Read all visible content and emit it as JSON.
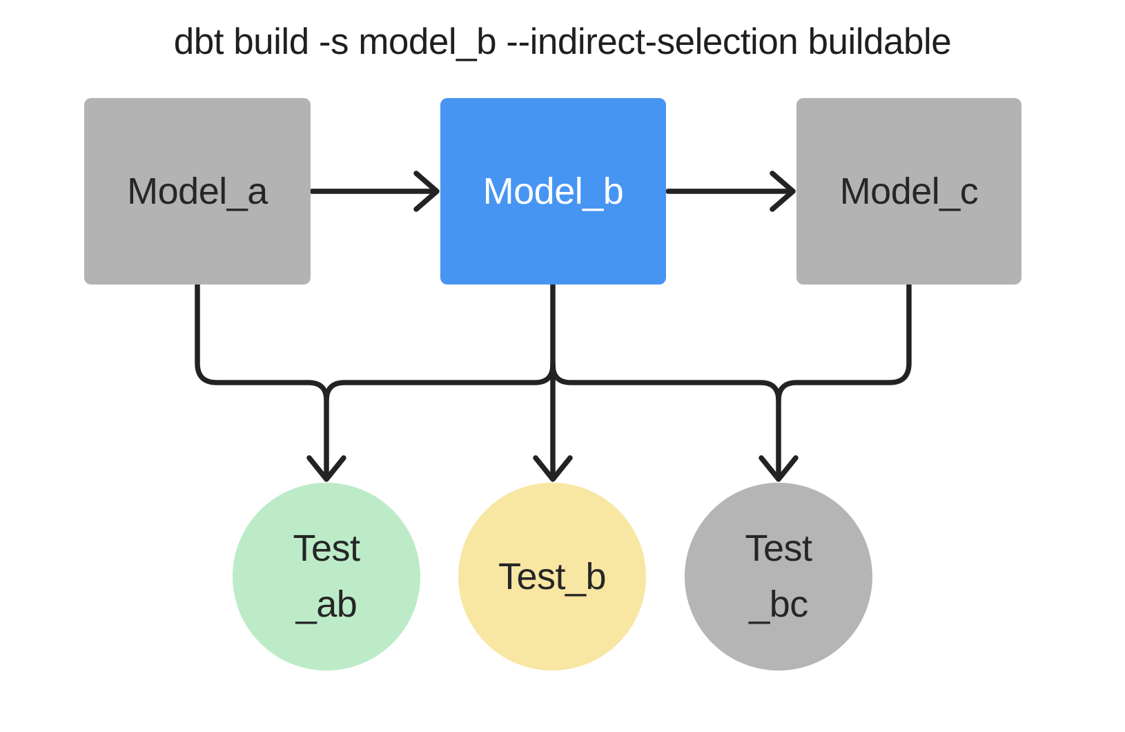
{
  "title": {
    "text": "dbt build -s model_b --indirect-selection buildable"
  },
  "colors": {
    "background": "#ffffff",
    "edge": "#232323",
    "title_text": "#1f1f1f",
    "node_text": "#262626",
    "selected_node_text": "#ffffff",
    "model_gray": "#b3b3b3",
    "model_selected_blue": "#4795f2",
    "test_green": "#bdebc8",
    "test_yellow": "#f8e6a3",
    "test_gray": "#b5b5b5"
  },
  "nodes": {
    "model_a": {
      "label": "Model_a",
      "fill": "#b3b3b3"
    },
    "model_b": {
      "label": "Model_b",
      "fill": "#4795f2"
    },
    "model_c": {
      "label": "Model_c",
      "fill": "#b3b3b3"
    },
    "test_ab": {
      "label": "Test\n_ab",
      "fill": "#bdebc8"
    },
    "test_b": {
      "label": "Test_b",
      "fill": "#f8e6a3"
    },
    "test_bc": {
      "label": "Test\n_bc",
      "fill": "#b5b5b5"
    }
  }
}
